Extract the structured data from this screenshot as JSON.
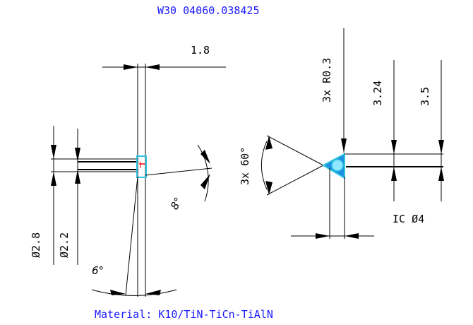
{
  "header": {
    "part_number": "W30 04060.038425"
  },
  "footer": {
    "material": "Material: K10/TiN-TiCn-TiAlN"
  },
  "dimensions": {
    "tip_width": "1.8",
    "shank_dia_outer": "Ø2.8",
    "shank_dia_inner": "Ø2.2",
    "clearance_angle": "8°",
    "side_angle": "6°",
    "corner_radius": "3x R0.3",
    "insert_height_a": "3.24",
    "insert_height_b": "3.5",
    "insert_angle": "3x 60°",
    "inscribed_circle": "IC Ø4"
  },
  "colors": {
    "title": "#1a1aff",
    "outline": "#000000",
    "insert_fill": "#1e8fe0",
    "insert_outline": "#2ec4e0",
    "highlight_red": "#ff0000"
  }
}
